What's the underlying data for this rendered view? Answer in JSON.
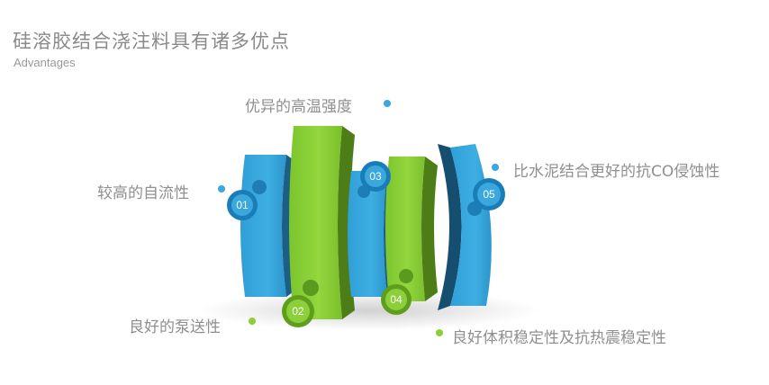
{
  "header": {
    "title": "硅溶胶结合浇注料具有诸多优点",
    "subtitle": "Advantages"
  },
  "items": [
    {
      "number": "01",
      "label": "较高的自流性",
      "color": "#3aa8dc"
    },
    {
      "number": "02",
      "label": "良好的泵送性",
      "color": "#8dcf3a"
    },
    {
      "number": "03",
      "label": "优异的高温强度",
      "color": "#3aa8dc"
    },
    {
      "number": "04",
      "label": "良好体积稳定性及抗热震稳定性",
      "color": "#8dcf3a"
    },
    {
      "number": "05",
      "label": "比水泥结合更好的抗CO侵蚀性",
      "color": "#3aa8dc"
    }
  ]
}
